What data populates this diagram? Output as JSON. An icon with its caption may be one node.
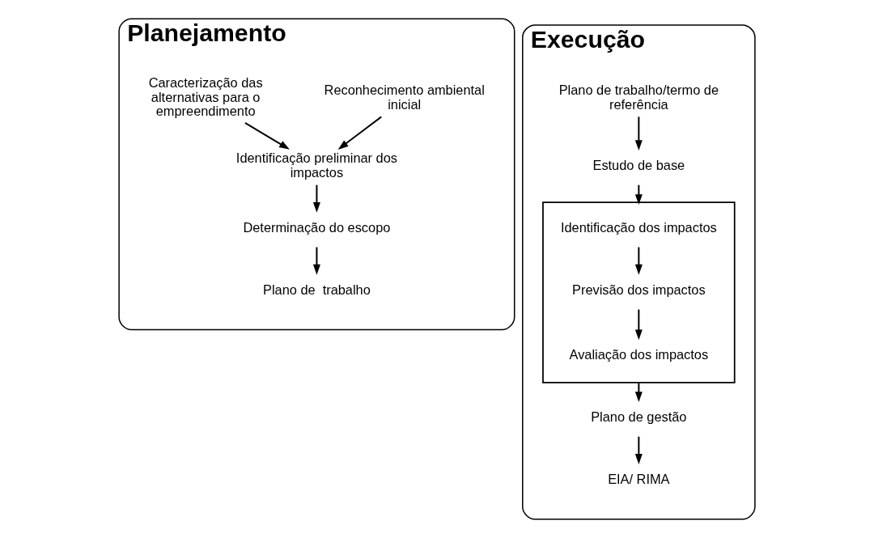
{
  "diagram": {
    "nodes": [
      {
        "text": [
          "Planejamento"
        ]
      },
      {
        "text": [
          "Caracterização das alternativas para o empreendimento"
        ],
        "in": 0
      },
      {
        "text": [
          "Reconhecimento ambiental inicial"
        ],
        "in": 0
      },
      {
        "text": [
          "Identificação preliminar dos impactos"
        ],
        "in": 0
      },
      {
        "text": [
          "Determinação do escopo"
        ],
        "in": 0
      },
      {
        "text": [
          "Plano de  trabalho"
        ],
        "in": 0
      },
      {
        "text": [
          "Execução"
        ]
      },
      {
        "text": [
          "Plano de trabalho/termo de referência"
        ],
        "in": 6
      },
      {
        "text": [
          "Estudo de base"
        ],
        "in": 6
      },
      {
        "text": [],
        "shape": "box",
        "in": 6
      },
      {
        "text": [
          "Identificação dos impactos"
        ],
        "in": 9
      },
      {
        "text": [
          "Previsão dos impactos"
        ],
        "in": 9
      },
      {
        "text": [
          "Avaliação dos impactos"
        ],
        "in": 9
      },
      {
        "text": [
          "Plano de gestão"
        ],
        "in": 6
      },
      {
        "text": [
          "EIA/ RIMA"
        ],
        "in": 6
      }
    ],
    "edges": [
      {
        "from": 1,
        "to": 3,
        "arrow": "to"
      },
      {
        "from": 2,
        "to": 3,
        "arrow": "to"
      },
      {
        "from": 3,
        "to": 4,
        "arrow": "to"
      },
      {
        "from": 4,
        "to": 5,
        "arrow": "to"
      },
      {
        "from": 7,
        "to": 8,
        "arrow": "to"
      },
      {
        "from": 8,
        "to": 9,
        "arrow": "to"
      },
      {
        "from": 10,
        "to": 11,
        "arrow": "to"
      },
      {
        "from": 11,
        "to": 12,
        "arrow": "to"
      },
      {
        "from": 9,
        "to": 13,
        "arrow": "to"
      },
      {
        "from": 13,
        "to": 14,
        "arrow": "to"
      }
    ]
  }
}
